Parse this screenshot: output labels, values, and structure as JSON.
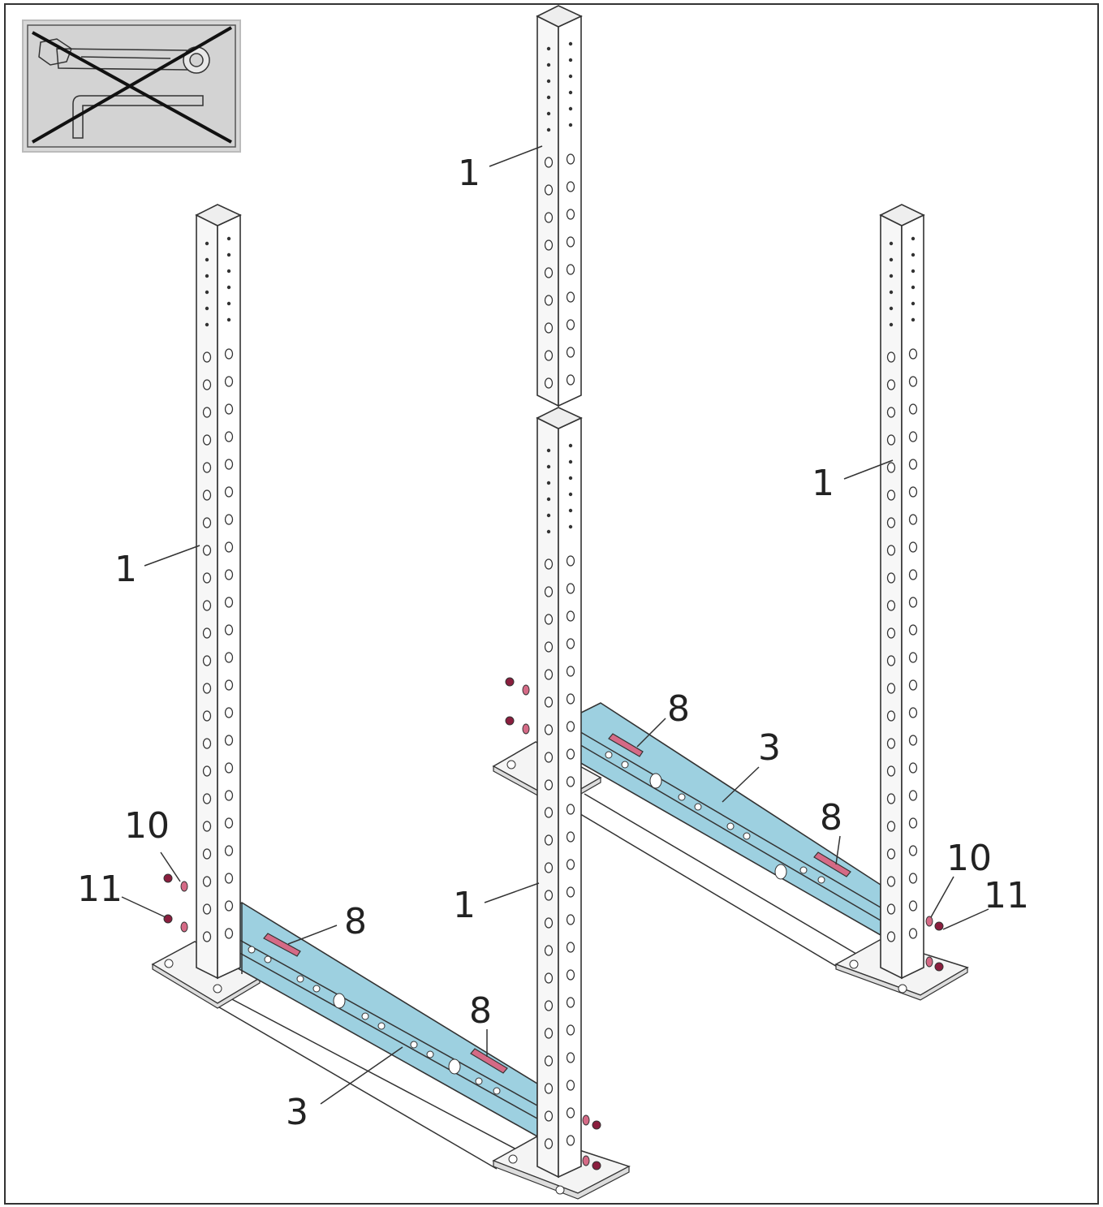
{
  "labels": {
    "post": "1",
    "crossbar": "3",
    "pad": "8",
    "washer": "10",
    "nut": "11"
  },
  "tool_notice": {
    "icons": [
      "adjustable-wrench-icon",
      "hex-key-icon"
    ],
    "crossed_out": true
  },
  "colors": {
    "crossbar_fill": "#9dd0e0",
    "pad_fill": "#d56a86",
    "nut_fill": "#8a1e3e",
    "tool_panel_bg": "#d8d8d8",
    "line": "#333333"
  }
}
